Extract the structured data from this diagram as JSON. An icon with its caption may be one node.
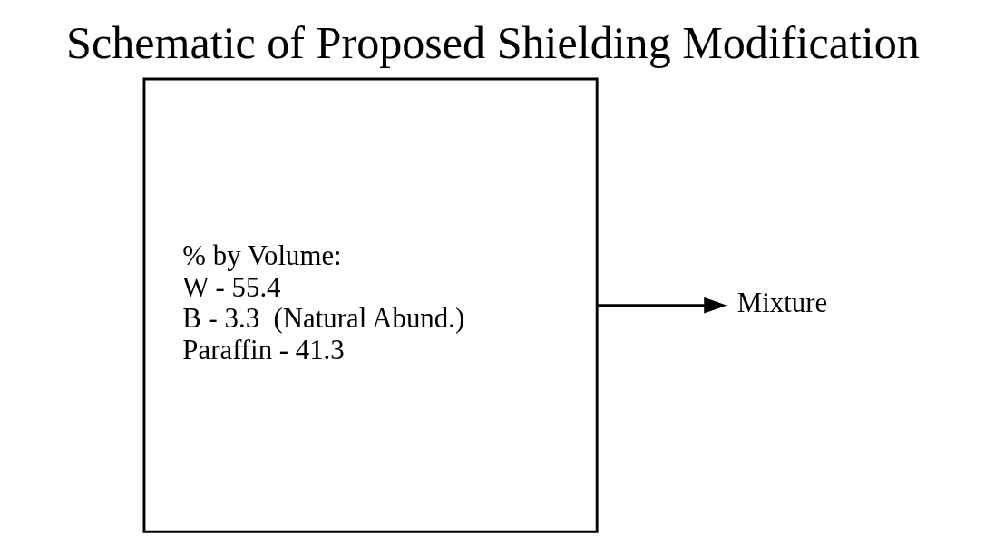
{
  "diagram": {
    "title": "Schematic of Proposed Shielding Modification",
    "nodes": [
      {
        "text": [
          "% by Volume:",
          "W - 55.4",
          "B - 3.3  (Natural Abund.)",
          "Paraffin - 41.3"
        ]
      },
      {
        "text": [
          "Mixture"
        ]
      }
    ],
    "edges": [
      {
        "from": 0,
        "to": 1,
        "arrow": "to"
      }
    ]
  }
}
